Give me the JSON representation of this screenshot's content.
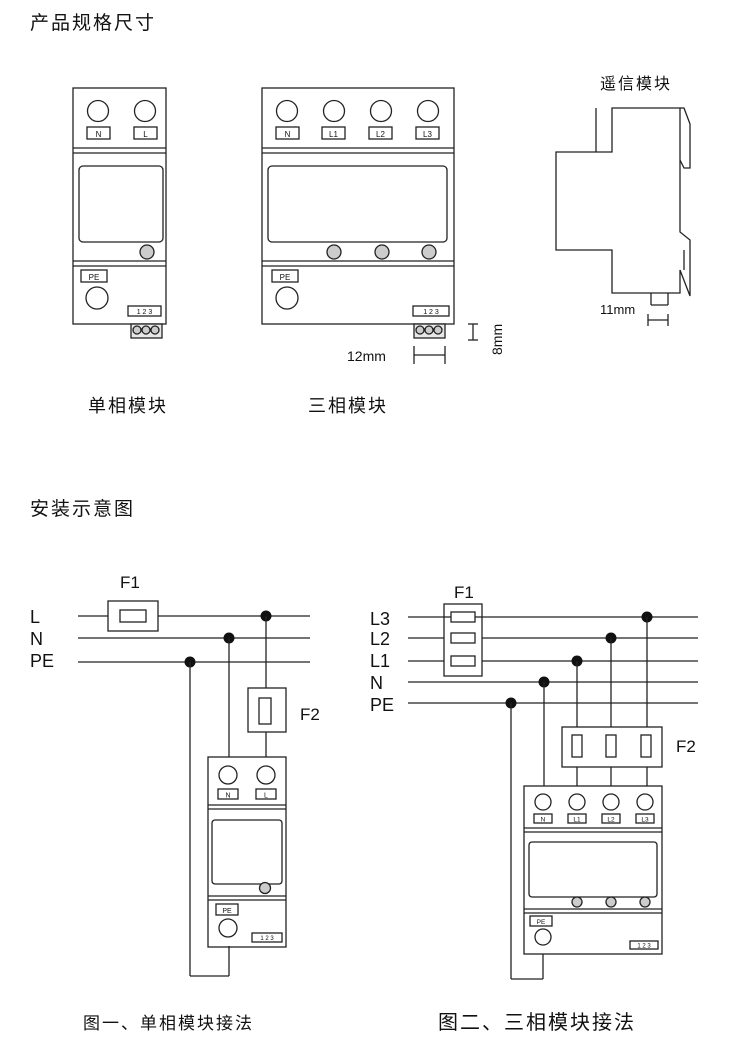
{
  "headings": {
    "dimensions": "产品规格尺寸",
    "install": "安装示意图"
  },
  "captions": {
    "single": "单相模块",
    "three": "三相模块",
    "remote": "遥信模块",
    "fig1": "图一、单相模块接法",
    "fig2": "图二、三相模块接法"
  },
  "single_module": {
    "terminals": [
      "N",
      "L"
    ],
    "pe": "PE",
    "remote_pins": "1 2 3"
  },
  "three_module": {
    "terminals": [
      "N",
      "L1",
      "L2",
      "L3"
    ],
    "pe": "PE",
    "remote_pins": "1 2 3"
  },
  "dimensions": {
    "width": "12mm",
    "height": "8mm",
    "side": "11mm"
  },
  "wiring1": {
    "lines": [
      "L",
      "N",
      "PE"
    ],
    "fuse1": "F1",
    "fuse2": "F2"
  },
  "wiring2": {
    "lines": [
      "L3",
      "L2",
      "L1",
      "N",
      "PE"
    ],
    "fuse1": "F1",
    "fuse2": "F2"
  }
}
